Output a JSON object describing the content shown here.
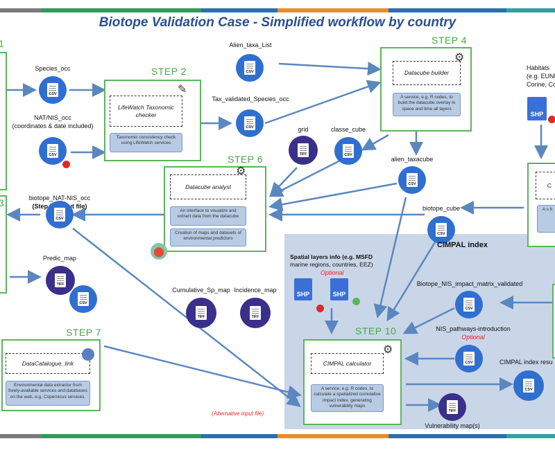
{
  "title": "Biotope Validation Case - Simplified workflow by country",
  "colors": {
    "accent": "#2a4f8f",
    "step": "#46a846",
    "arrow": "#5b87c0",
    "panel": "#c9d6e8",
    "optional": "#e0282a"
  },
  "steps": {
    "s1": "1",
    "s2": "STEP 2",
    "s3": "3",
    "s4": "STEP 4",
    "s6": "STEP 6",
    "s7": "STEP 7",
    "s10": "STEP 10"
  },
  "tools": {
    "lifewatch": "LifeWatch Taxonomic checker",
    "lifewatch_desc": "Taxonomic consistency check using LifeWatch services",
    "builder": "Datacube builder",
    "builder_desc": "A service, e.g. R codes, to build the datacube overlay in space and time all layers",
    "analyst": "Datacube analyst",
    "analyst_desc1": "An interface to visualize and extract data from the datacube",
    "analyst_desc2": "Creation of maps and datasets of environmental predictors",
    "catalogue": "DataCatalogue_link",
    "catalogue_desc": "Environmental data extractor from freely-available services and databases on the web, e.g. Copernicus services.",
    "cimpal": "CIMPAL calculator",
    "cimpal_desc": "A service, e.g. R codes, to calculate a spatialized cumulative impact index, generating vulnerability maps",
    "right_c": "C",
    "right_desc": "A s b"
  },
  "files": {
    "species_occ": "Species_occ",
    "natinis_occ": "NAT/NIS_occ",
    "natinis_note": "(coordinates & date included)",
    "alien_list": "Alien_taxa_List",
    "tax_validated": "Tax_validated_Species_occ",
    "grid": "grid",
    "classe_cube": "classe_cube",
    "alien_taxacube": "alien_taxacube",
    "habitats1": "Habitats",
    "habitats2": "(e.g. EUNI",
    "habitats3": "Corine, Co",
    "biotope_natnis": "biotope_NAT-NIS_occ",
    "biotope_natnis_note": "(Step 5 output file)",
    "predic_map": "Predic_map",
    "cumulative": "Cumulative_Sp_map",
    "incidence": "Incidence_map",
    "biotope_cube": "biotope_cube",
    "spatial1": "Spatial layers info (e.g. MSFD",
    "spatial2": "marine regions, countries, EEZ)",
    "optional1": "Optional",
    "cimpal_index": "CIMPAL index",
    "impact_matrix": "Biotope_NIS_impact_matrix_validated",
    "pathways": "NIS_pathways-introduction",
    "optional2": "Optional",
    "cimpal_results": "CIMPAL index resu",
    "vulnerability": "Vulnerability map(s)",
    "alt_input": "(Alternative input file)"
  },
  "badges": {
    "csv": "CSV",
    "tiff": "TIFF",
    "shp": "SHP"
  }
}
